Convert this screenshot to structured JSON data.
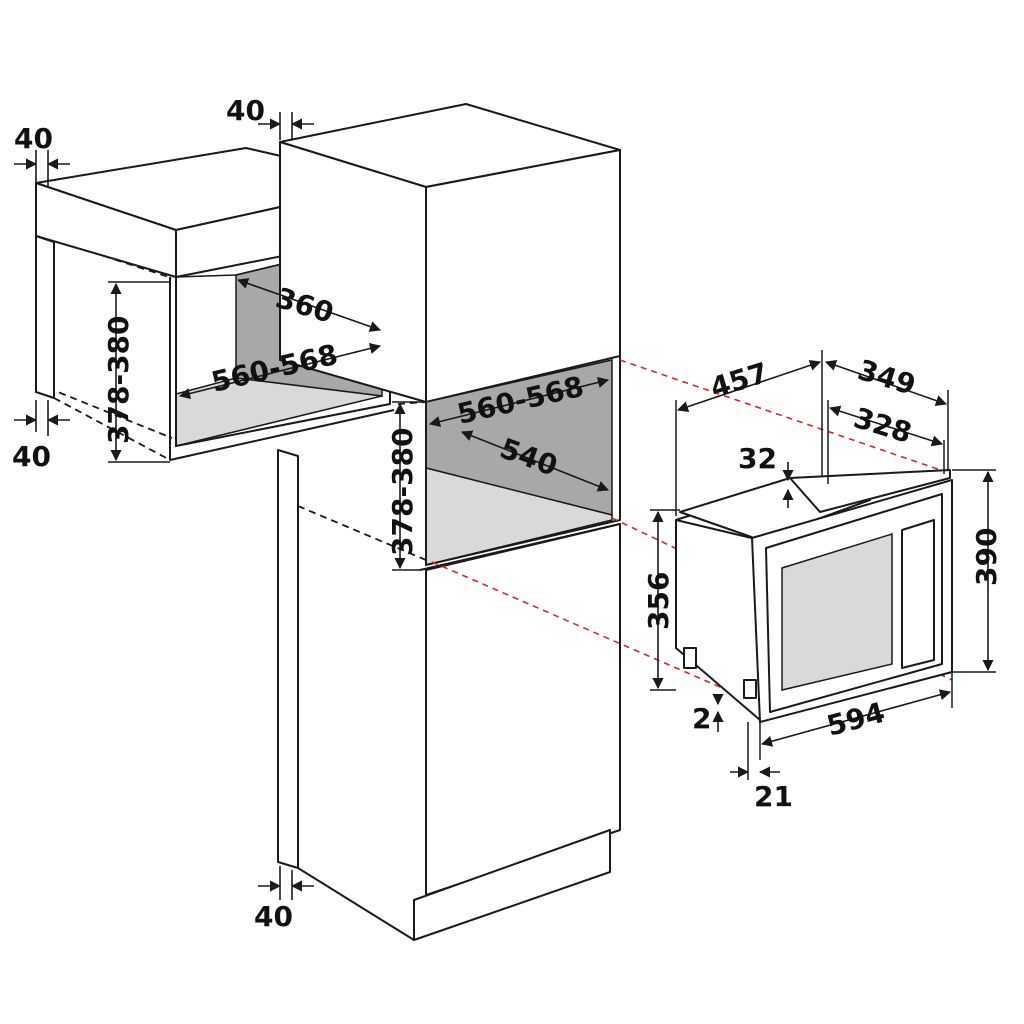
{
  "labels": {
    "gap_top_left": "40",
    "gap_bottom_left": "40",
    "gap_top_center": "40",
    "gap_bottom_center": "40",
    "wall_height_range": "378-380",
    "wall_depth": "360",
    "wall_width_range": "560-568",
    "column_width_range": "560-568",
    "column_depth": "540",
    "column_height_range": "378-380",
    "appliance_depth_total": "457",
    "appliance_depth_body": "349",
    "appliance_depth_inner": "328",
    "appliance_top_offset": "32",
    "appliance_body_height": "356",
    "appliance_front_height": "390",
    "appliance_foot_offset": "2",
    "appliance_front_width": "594",
    "appliance_front_thickness": "21"
  },
  "colors": {
    "line": "#1a1a1a",
    "projection": "#d8262b",
    "cavity_back": "#a8a8a8",
    "cavity_floor": "#d9d9d9"
  }
}
